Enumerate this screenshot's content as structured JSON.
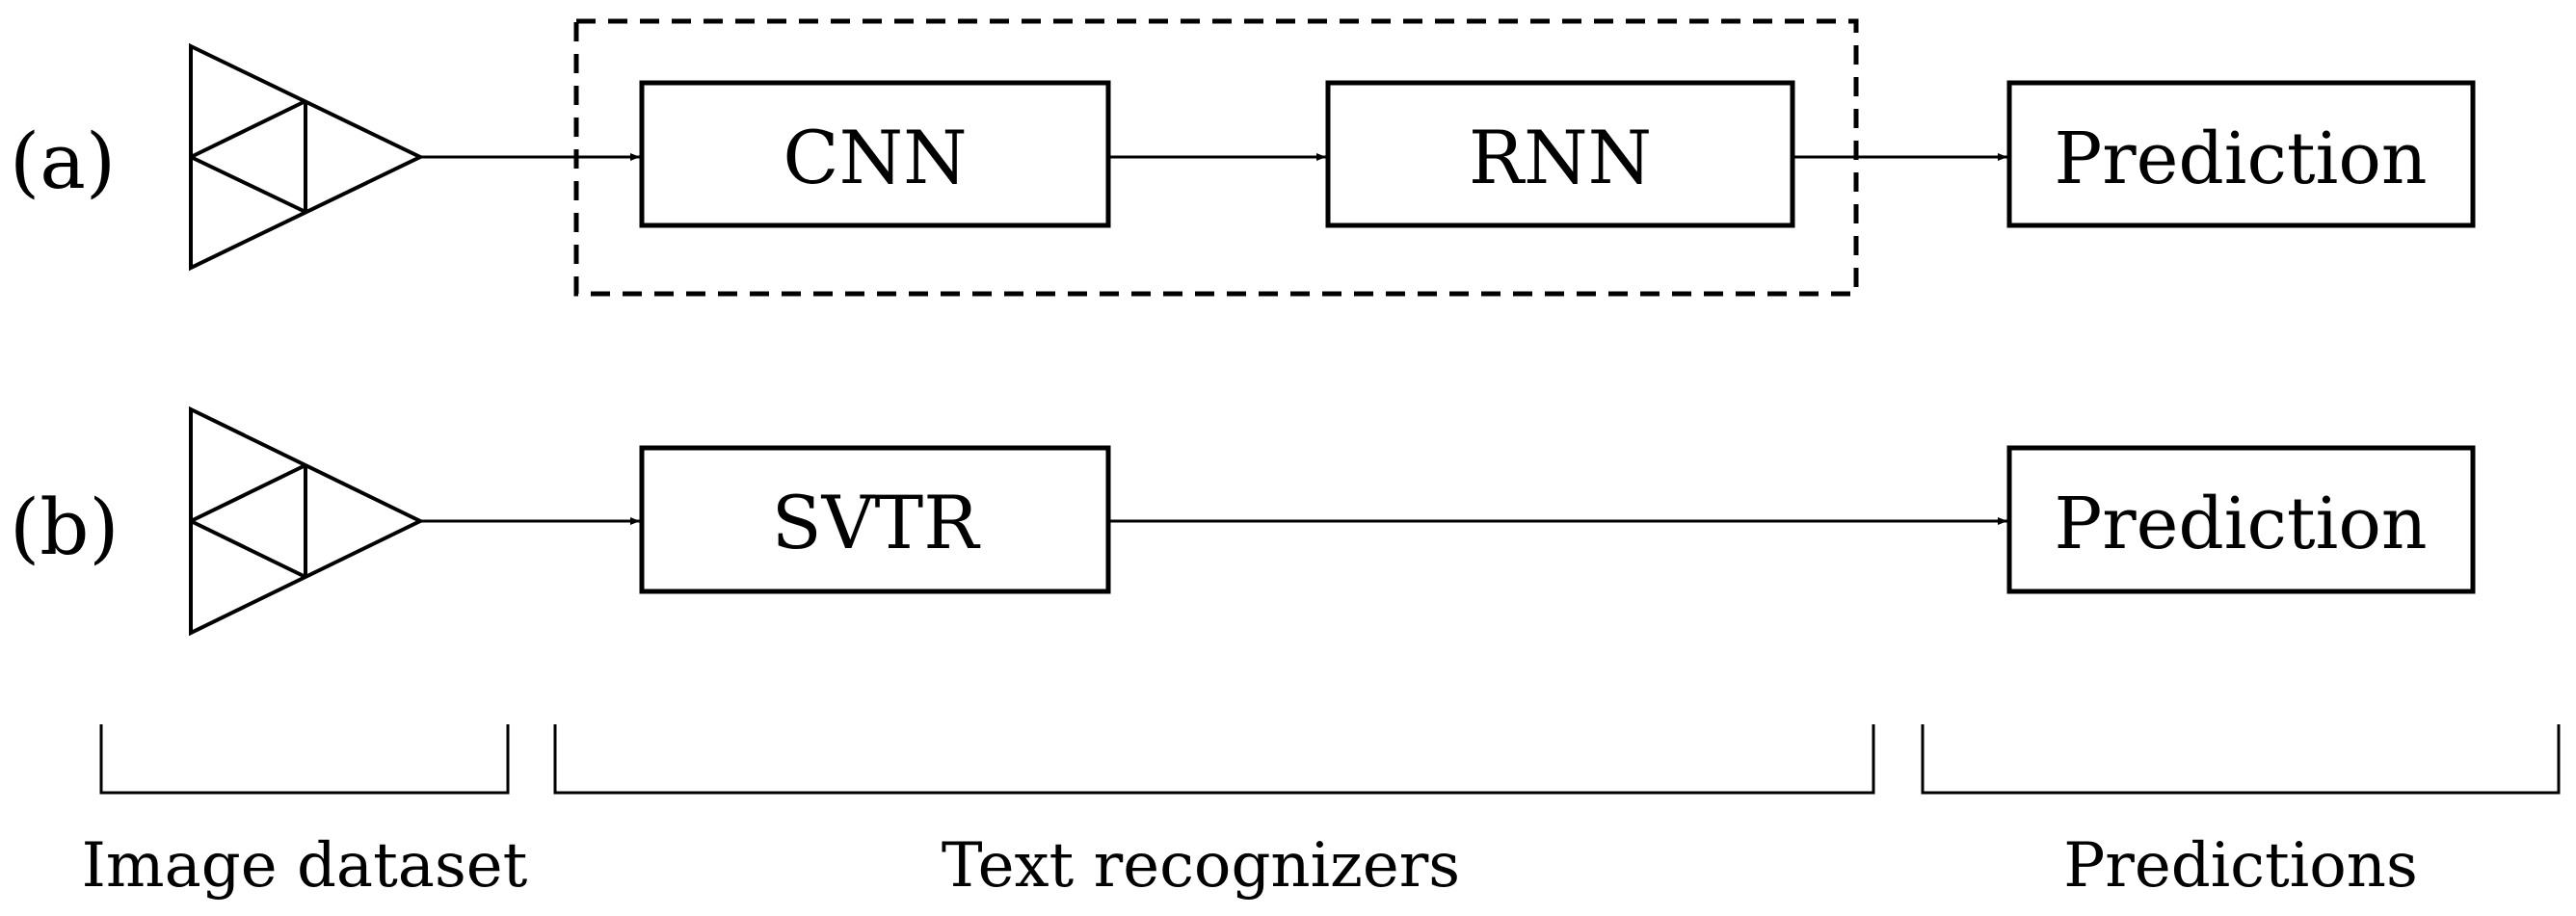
{
  "rows": [
    {
      "label": "(a)",
      "blocks": [
        "CNN",
        "RNN"
      ],
      "output": "Prediction"
    },
    {
      "label": "(b)",
      "blocks": [
        "SVTR"
      ],
      "output": "Prediction"
    }
  ],
  "groups": {
    "image_dataset": "Image dataset",
    "text_recognizers": "Text recognizers",
    "predictions": "Predictions"
  },
  "icons": {
    "dataset": "dataset-pyramid-icon"
  }
}
